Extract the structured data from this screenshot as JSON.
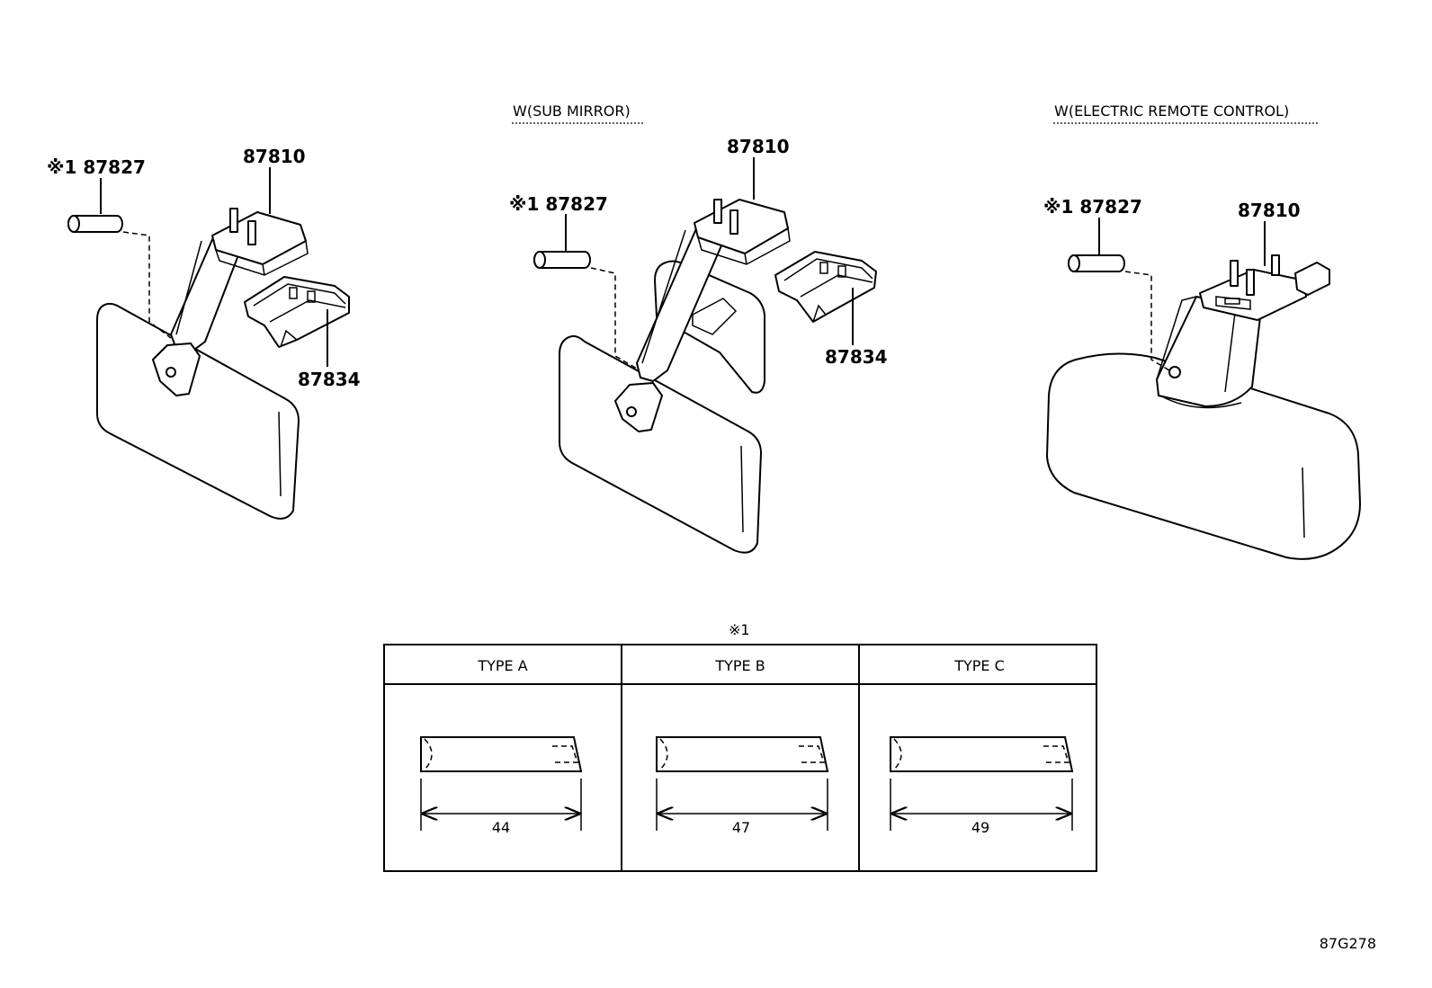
{
  "variants": [
    {
      "heading": "",
      "parts": {
        "pin": "※1 87827",
        "mount": "87810",
        "cover": "87834"
      }
    },
    {
      "heading": "W(SUB MIRROR)",
      "parts": {
        "pin": "※1 87827",
        "mount": "87810",
        "cover": "87834"
      }
    },
    {
      "heading": "W(ELECTRIC REMOTE CONTROL)",
      "parts": {
        "pin": "※1 87827",
        "mount": "87810"
      }
    }
  ],
  "type_table": {
    "marker": "※1",
    "columns": [
      {
        "header": "TYPE A",
        "length": "44"
      },
      {
        "header": "TYPE B",
        "length": "47"
      },
      {
        "header": "TYPE C",
        "length": "49"
      }
    ]
  },
  "drawing_code": "87G278"
}
